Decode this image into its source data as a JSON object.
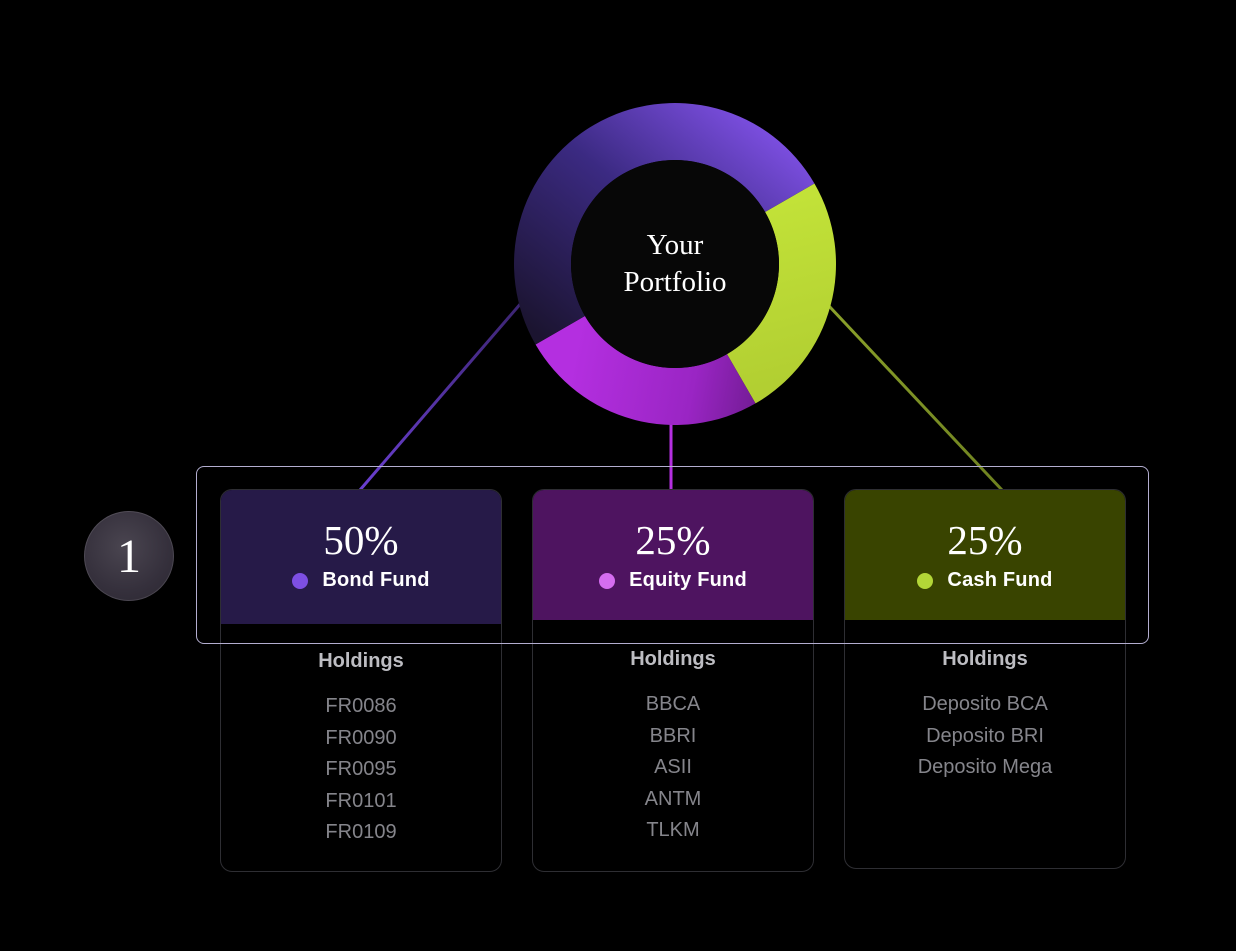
{
  "step_number": "1",
  "center_label": {
    "line1": "Your",
    "line2": "Portfolio"
  },
  "colors": {
    "bond": "#7d4fe2",
    "equity": "#b42fe0",
    "cash": "#c7e83a",
    "background": "#000000"
  },
  "chart_data": {
    "type": "pie",
    "title": "Your Portfolio",
    "categories": [
      "Bond Fund",
      "Equity Fund",
      "Cash Fund"
    ],
    "values": [
      50,
      25,
      25
    ],
    "unit": "%"
  },
  "funds": [
    {
      "percent": "50%",
      "name": "Bond Fund",
      "holdings_title": "Holdings",
      "holdings": [
        "FR0086",
        "FR0090",
        "FR0095",
        "FR0101",
        "FR0109"
      ]
    },
    {
      "percent": "25%",
      "name": "Equity Fund",
      "holdings_title": "Holdings",
      "holdings": [
        "BBCA",
        "BBRI",
        "ASII",
        "ANTM",
        "TLKM"
      ]
    },
    {
      "percent": "25%",
      "name": "Cash Fund",
      "holdings_title": "Holdings",
      "holdings": [
        "Deposito BCA",
        "Deposito BRI",
        "Deposito Mega"
      ]
    }
  ]
}
